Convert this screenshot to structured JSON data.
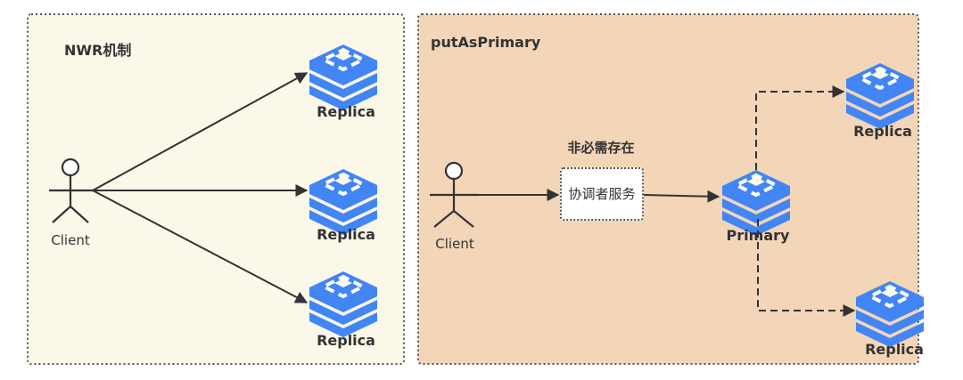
{
  "panels": [
    {
      "title": "NWR机制",
      "background": "#fbf7e9",
      "client_label": "Client",
      "nodes": [
        {
          "label": "Replica"
        },
        {
          "label": "Replica"
        },
        {
          "label": "Replica"
        }
      ]
    },
    {
      "title": "putAsPrimary",
      "background": "#f3d5b8",
      "client_label": "Client",
      "coordinator": {
        "label": "协调者服务",
        "caption": "非必需存在"
      },
      "primary_label": "Primary",
      "nodes": [
        {
          "label": "Replica"
        },
        {
          "label": "Replica"
        }
      ]
    }
  ],
  "colors": {
    "node_blue": "#4285f4",
    "line": "#333333"
  }
}
